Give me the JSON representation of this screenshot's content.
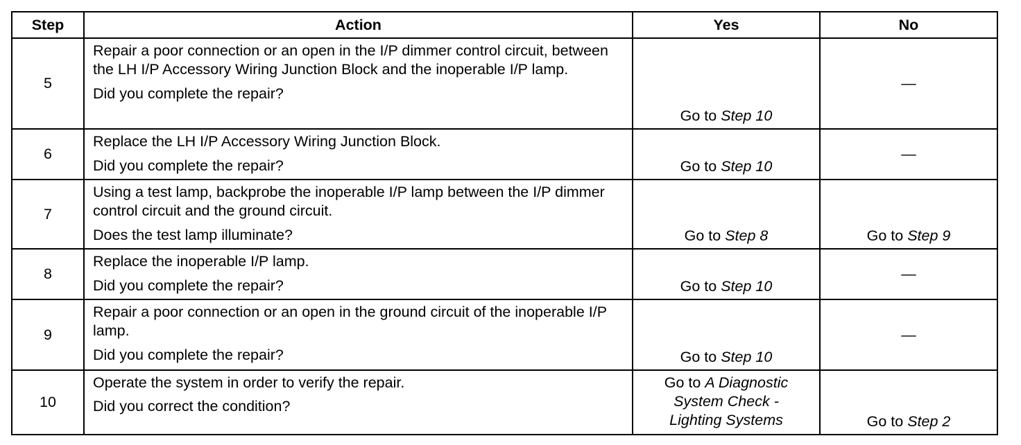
{
  "table": {
    "headers": {
      "step": "Step",
      "action": "Action",
      "yes": "Yes",
      "no": "No"
    },
    "rows": [
      {
        "step": "5",
        "instruction": "Repair a poor connection or an open in the I/P dimmer control circuit, between the LH I/P Accessory Wiring Junction Block and the inoperable I/P lamp.",
        "question": "Did you complete the repair?",
        "yes_prefix": "Go to ",
        "yes_target": "Step 10",
        "no": "—"
      },
      {
        "step": "6",
        "instruction": "Replace the LH I/P Accessory Wiring Junction Block.",
        "question": "Did you complete the repair?",
        "yes_prefix": "Go to ",
        "yes_target": "Step 10",
        "no": "—"
      },
      {
        "step": "7",
        "instruction": "Using a test lamp, backprobe the inoperable I/P lamp between the I/P dimmer control circuit and the ground circuit.",
        "question": "Does the test lamp illuminate?",
        "yes_prefix": "Go to ",
        "yes_target": "Step 8",
        "no_prefix": "Go to ",
        "no_target": "Step 9"
      },
      {
        "step": "8",
        "instruction": "Replace the inoperable I/P lamp.",
        "question": "Did you complete the repair?",
        "yes_prefix": "Go to ",
        "yes_target": "Step 10",
        "no": "—"
      },
      {
        "step": "9",
        "instruction": "Repair a poor connection or an open in the ground circuit of the inoperable I/P lamp.",
        "question": "Did you complete the repair?",
        "yes_prefix": "Go to ",
        "yes_target": "Step 10",
        "no": "—"
      },
      {
        "step": "10",
        "instruction": "Operate the system in order to verify the repair.",
        "question": "Did you correct the condition?",
        "yes_prefix": "Go to ",
        "yes_target": "A Diagnostic System Check - Lighting Systems",
        "no_prefix": "Go to ",
        "no_target": "Step 2"
      }
    ]
  }
}
